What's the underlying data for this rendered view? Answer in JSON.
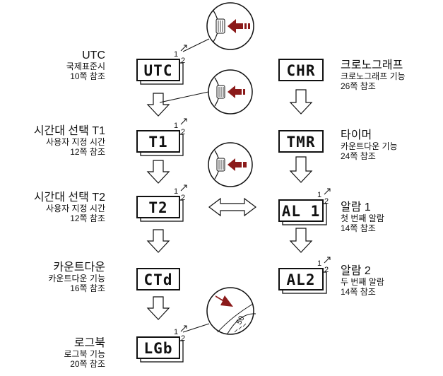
{
  "accent_color": "#8b1a1a",
  "left_modes": [
    {
      "lcd": "UTC",
      "title": "UTC",
      "desc": "국제표준시",
      "ref": "10쪽 참조"
    },
    {
      "lcd": "T1",
      "title": "시간대 선택 T1",
      "desc": "사용자 지정 시간",
      "ref": "12쪽 참조"
    },
    {
      "lcd": "T2",
      "title": "시간대 선택 T2",
      "desc": "사용자 지정 시간",
      "ref": "12쪽 참조"
    },
    {
      "lcd": "CTd",
      "title": "카운트다운",
      "desc": "카운트다운 기능",
      "ref": "16쪽 참조"
    },
    {
      "lcd": "LGb",
      "title": "로그북",
      "desc": "로그북 기능",
      "ref": "20쪽 참조"
    }
  ],
  "right_modes": [
    {
      "lcd": "CHR",
      "title": "크로노그래프",
      "desc": "크로노그래프 기능",
      "ref": "26쪽 참조"
    },
    {
      "lcd": "TMR",
      "title": "타이머",
      "desc": "카운트다운 기능",
      "ref": "24쪽 참조"
    },
    {
      "lcd": "AL 1",
      "title": "알람 1",
      "desc": "첫 번째 알람",
      "ref": "14쪽 참조"
    },
    {
      "lcd": "AL2",
      "title": "알람 2",
      "desc": "두 번째 알람",
      "ref": "14쪽 참조"
    }
  ],
  "subdisplay_labels": [
    "1",
    "2"
  ],
  "bezel_number": "50",
  "icons": [
    "button-press-icon",
    "button-press-icon",
    "button-press-icon",
    "bezel-turn-icon",
    "double-arrow-icon",
    "down-arrow-icon"
  ]
}
